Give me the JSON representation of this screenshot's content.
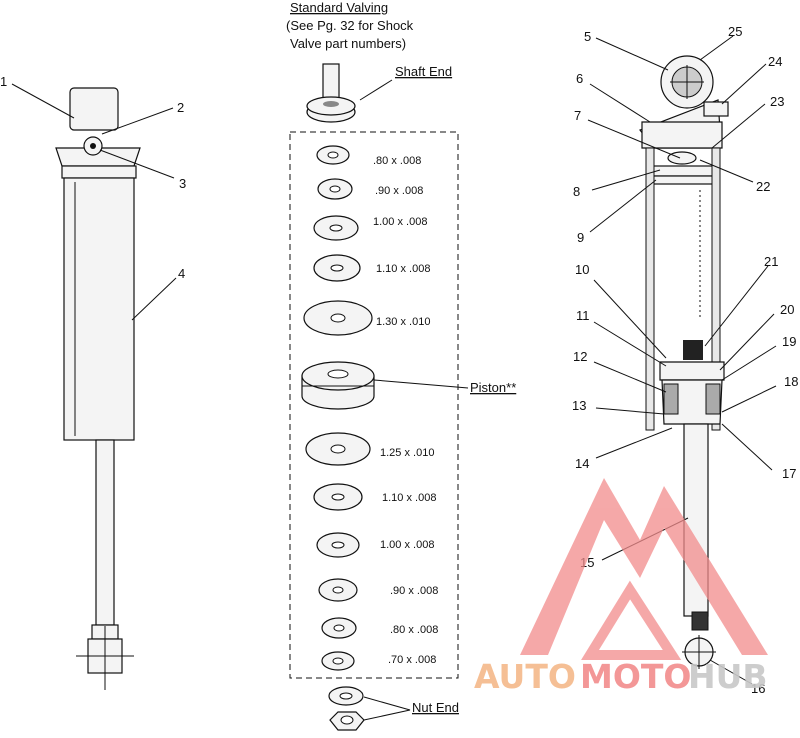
{
  "header": {
    "line1": "Standard Valving",
    "line2": "(See Pg. 32 for Shock",
    "line3": "Valve part numbers)"
  },
  "labels": {
    "shaft_end": "Shaft End",
    "piston": "Piston**",
    "nut_end": "Nut End"
  },
  "shim_specs": [
    ".80 x .008",
    ".90 x .008",
    "1.00 x .008",
    "1.10 x .008",
    "1.30 x .010",
    "1.25 x .010",
    "1.10 x .008",
    "1.00 x .008",
    ".90 x .008",
    ".80 x .008",
    ".70 x .008"
  ],
  "callouts": [
    "1",
    "2",
    "3",
    "4",
    "5",
    "6",
    "7",
    "8",
    "9",
    "10",
    "11",
    "12",
    "13",
    "14",
    "15",
    "16",
    "17",
    "18",
    "19",
    "20",
    "21",
    "22",
    "23",
    "24",
    "25"
  ],
  "watermark": {
    "part1": "AUTO",
    "part2": "MOTO",
    "part3": "HUB",
    "colors": [
      "#f5b98a",
      "#f28c8c",
      "#c8c8c8"
    ]
  }
}
